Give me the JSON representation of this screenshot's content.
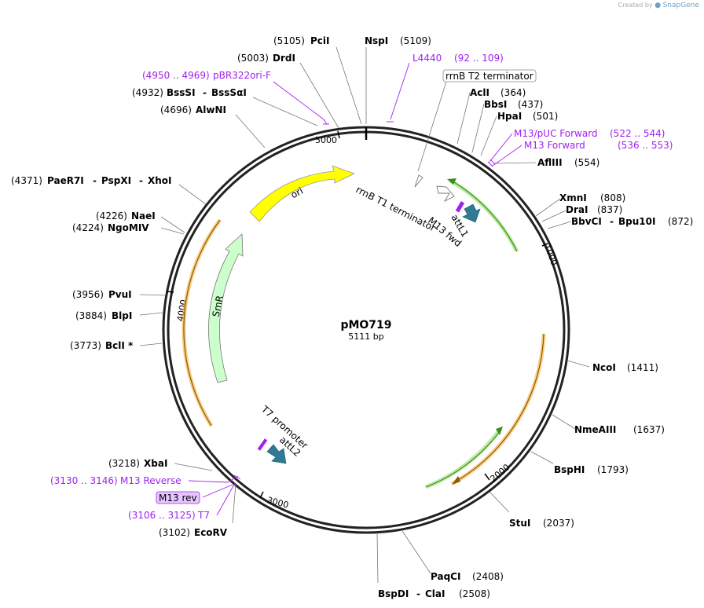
{
  "branding": {
    "created_by": "Created by",
    "product": "SnapGene"
  },
  "plasmid": {
    "name": "pMO719",
    "length": "5111 bp"
  },
  "ticks": [
    "1000",
    "2000",
    "3000",
    "4000",
    "5000"
  ],
  "sites": {
    "nspi": "NspI",
    "nspi_pos": "(5109)",
    "pcii": "PciI",
    "pcii_pos": "(5105)",
    "drdi": "DrdI",
    "drdi_pos": "(5003)",
    "pbr": "pBR322ori-F",
    "pbr_pos": "(4950 .. 4969)",
    "bsssi": "BssSI",
    "bsssa": "BssSαI",
    "bsssi_pos": "(4932)",
    "alwni": "AlwNI",
    "alwni_pos": "(4696)",
    "paer7i": "PaeR7I",
    "pspxi": "PspXI",
    "xhoi": "XhoI",
    "paer7i_pos": "(4371)",
    "naei": "NaeI",
    "naei_pos": "(4226)",
    "ngomiv": "NgoMIV",
    "ngomiv_pos": "(4224)",
    "pvui": "PvuI",
    "pvui_pos": "(3956)",
    "blpi": "BlpI",
    "blpi_pos": "(3884)",
    "bcli": "BclI *",
    "bcli_pos": "(3773)",
    "xbai": "XbaI",
    "xbai_pos": "(3218)",
    "m13rev": "M13 Reverse",
    "m13rev_pos": "(3130 .. 3146)",
    "m13rev_box": "M13 rev",
    "t7": "T7",
    "t7_pos": "(3106 .. 3125)",
    "ecorv": "EcoRV",
    "ecorv_pos": "(3102)",
    "bspdi": "BspDI",
    "clai": "ClaI",
    "bspdi_pos": "(2508)",
    "paqci": "PaqCI",
    "paqci_pos": "(2408)",
    "stui": "StuI",
    "stui_pos": "(2037)",
    "bsphi": "BspHI",
    "bsphi_pos": "(1793)",
    "nmeaiii": "NmeAIII",
    "nmeaiii_pos": "(1637)",
    "ncoi": "NcoI",
    "ncoi_pos": "(1411)",
    "bbvci": "BbvCI",
    "bpu10i": "Bpu10I",
    "bbvci_pos": "(872)",
    "drai": "DraI",
    "drai_pos": "(837)",
    "xmni": "XmnI",
    "xmni_pos": "(808)",
    "aflii": "AflIII",
    "aflii_pos": "(554)",
    "m13fwd": "M13 Forward",
    "m13fwd_pos": "(536 .. 553)",
    "m13puc": "M13/pUC Forward",
    "m13puc_pos": "(522 .. 544)",
    "hpai": "HpaI",
    "hpai_pos": "(501)",
    "bbsi": "BbsI",
    "bbsi_pos": "(437)",
    "acli": "AclI",
    "acli_pos": "(364)",
    "rrnbt2": "rrnB T2 terminator",
    "l4440": "L4440",
    "l4440_pos": "(92 .. 109)"
  },
  "features": {
    "ori": "ori",
    "smr": "SmR",
    "rrnbt1": "rrnB T1 terminator",
    "m13fwd_inner": "M13 fwd",
    "attl1": "attL1",
    "t7prom": "T7 promoter",
    "attl2": "attL2"
  },
  "colors": {
    "backbone": "#222222",
    "ori": "#ffff00",
    "smr": "#ccffcc",
    "att": "#2f7a94",
    "orange_arc": "#f5a623",
    "green_arc": "#3a8f1a",
    "primer": "#a020f0",
    "primer_box": "#e6c6ff"
  }
}
